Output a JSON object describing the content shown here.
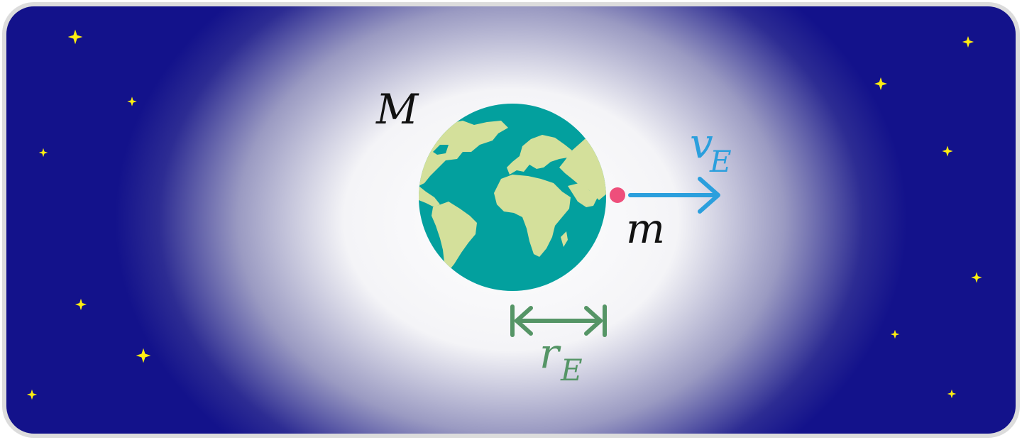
{
  "labels": {
    "planet_mass": "M",
    "object_mass": "m",
    "velocity_symbol": "v",
    "velocity_subscript": "E",
    "radius_symbol": "r",
    "radius_subscript": "E"
  },
  "colors": {
    "space": "#13128b",
    "glow": "#ffffff",
    "frame": "#dcdcdc",
    "ocean": "#03a09e",
    "land": "#d4e09b",
    "object": "#ee4f7b",
    "velocity": "#2b9fdd",
    "radius": "#559566",
    "star": "#ffee10",
    "text": "#111111"
  },
  "icons": {
    "planet": "earth-globe-icon",
    "star": "sparkle-star-icon"
  }
}
